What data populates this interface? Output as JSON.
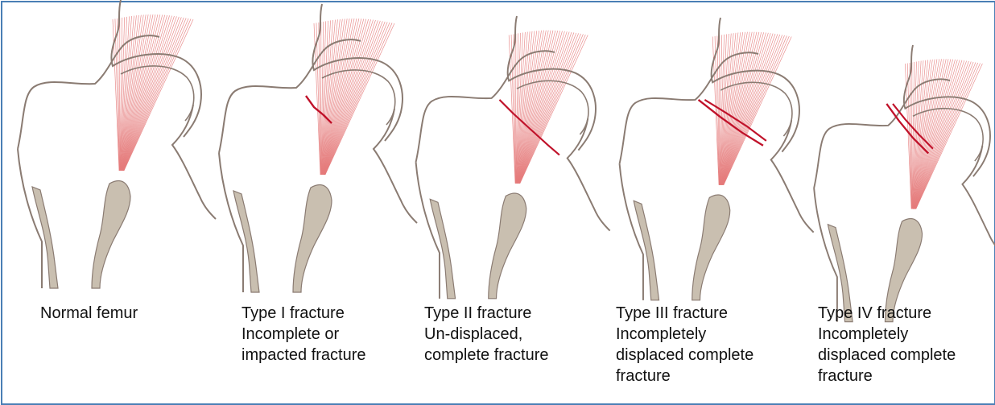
{
  "colors": {
    "border": "#4a7fb5",
    "bone_outline": "#8a7b72",
    "bone_fill": "#ffffff",
    "cortex_fill": "#c9bfb0",
    "fibers": "#e57a7a",
    "fracture_line": "#c0122a"
  },
  "panels": [
    {
      "fracture": "none",
      "caption": [
        "Normal femur"
      ]
    },
    {
      "fracture": "incomplete",
      "caption": [
        "Type I fracture",
        "Incomplete or",
        "impacted fracture"
      ]
    },
    {
      "fracture": "complete",
      "caption": [
        "Type II fracture",
        "Un-displaced,",
        "complete fracture"
      ]
    },
    {
      "fracture": "partially-displaced",
      "caption": [
        "Type III fracture",
        "Incompletely",
        "displaced complete",
        "fracture"
      ]
    },
    {
      "fracture": "displaced",
      "caption": [
        "Type IV fracture",
        "Incompletely",
        "displaced complete",
        "fracture"
      ]
    }
  ]
}
